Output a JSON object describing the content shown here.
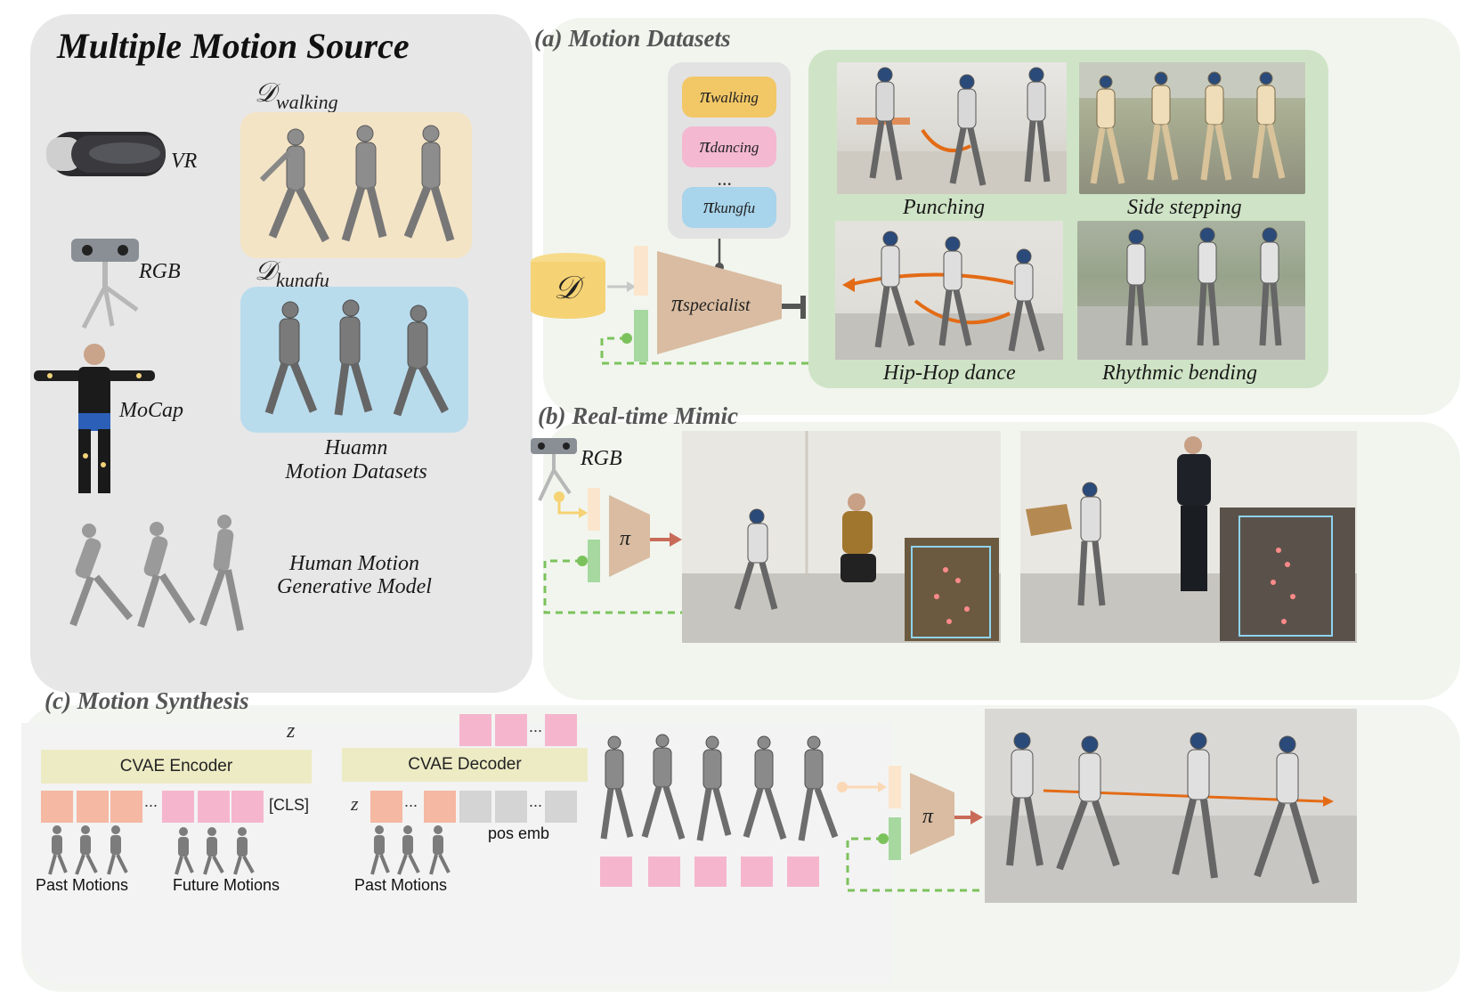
{
  "source_panel": {
    "title": "Multiple Motion Source",
    "sources": {
      "vr": "VR",
      "rgb": "RGB",
      "mocap": "MoCap"
    },
    "datasets": {
      "walking_symbol": "𝒟",
      "walking_sub": "walking",
      "kungfu_symbol": "𝒟",
      "kungfu_sub": "kungfu",
      "caption_line1": "Huamn",
      "caption_line2": "Motion Datasets"
    },
    "generative": {
      "line1": "Human Motion",
      "line2": "Generative Model"
    }
  },
  "panel_a": {
    "title": "(a) Motion Datasets",
    "policies": {
      "walking": {
        "pi": "π",
        "sub": "walking"
      },
      "dancing": {
        "pi": "π",
        "sub": "dancing"
      },
      "ellipsis": "...",
      "kungfu": {
        "pi": "π",
        "sub": "kungfu"
      }
    },
    "dataset_symbol": "𝒟",
    "specialist": {
      "pi": "π",
      "sub": "specialist"
    },
    "captions": {
      "punching": "Punching",
      "side_stepping": "Side stepping",
      "hiphop": "Hip-Hop dance",
      "rhythmic": "Rhythmic bending"
    }
  },
  "panel_b": {
    "title": "(b) Real-time Mimic",
    "rgb_label": "RGB",
    "policy": "π"
  },
  "panel_c": {
    "title": "(c) Motion Synthesis",
    "encoder": "CVAE Encoder",
    "decoder": "CVAE Decoder",
    "z_enc": "z",
    "z_dec": "z",
    "cls": "[CLS]",
    "pos_emb": "pos emb",
    "ellipsis": "...",
    "past_motions_enc": "Past Motions",
    "future_motions": "Future Motions",
    "past_motions_dec": "Past Motions",
    "policy": "π"
  },
  "colors": {
    "walking_bg": "#f4e4c6",
    "kungfu_bg": "#b9dced",
    "walking_policy": "#f2c766",
    "dancing_policy": "#f4b8d1",
    "kungfu_policy": "#a8d4ec",
    "specialist": "#d9bca1",
    "dataset": "#f5d274",
    "green_panel": "#cfe4c6",
    "encoder_bar": "#ecebc4",
    "token_salmon": "#f5b8a2",
    "token_pink": "#f5b6cd",
    "token_gray": "#d4d4d4",
    "arrow_red": "#c96b59",
    "dashed_green": "#7cc25c",
    "orange_traj": "#e36b16"
  }
}
